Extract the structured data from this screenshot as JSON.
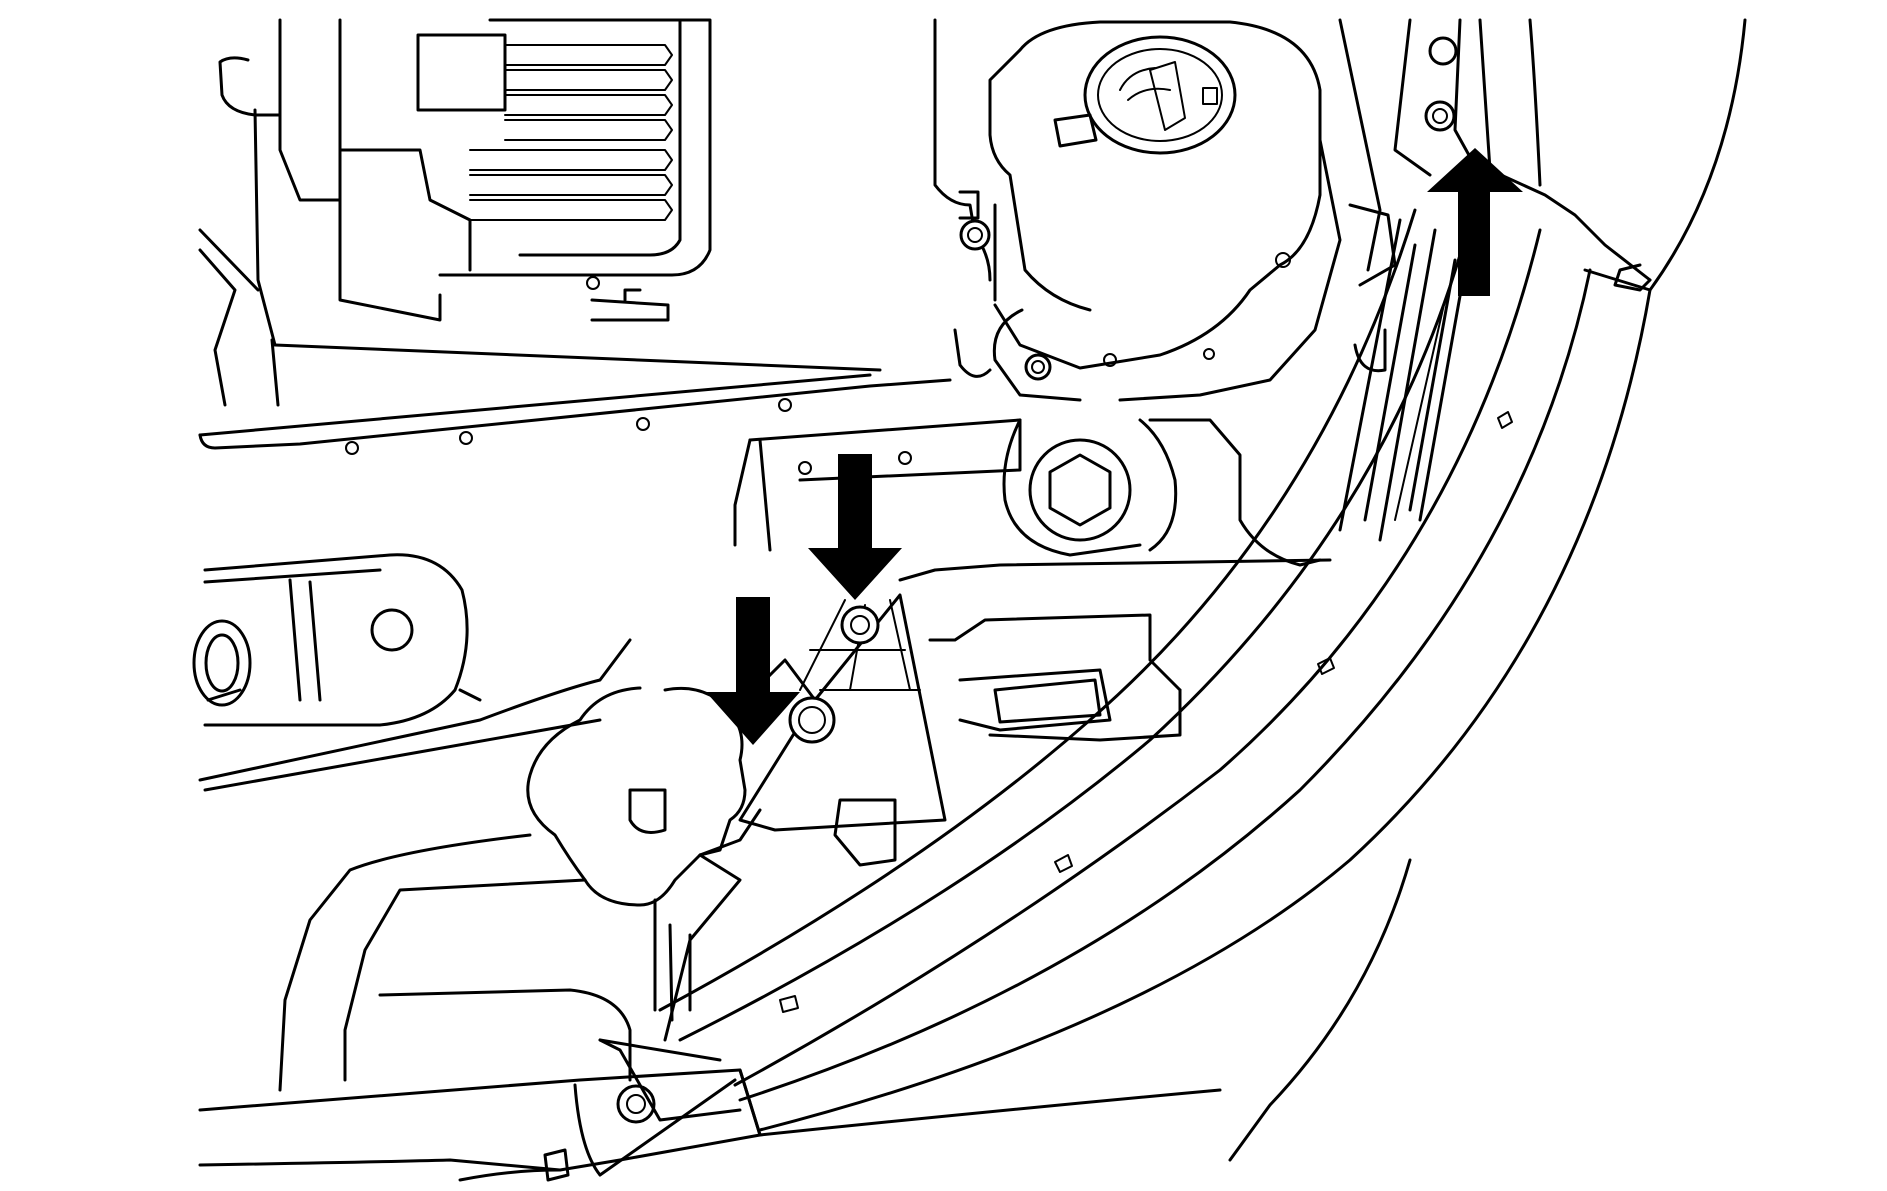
{
  "figure": {
    "description_labels": [],
    "callout_arrows": [
      {
        "name": "arrow-upper-right",
        "direction": "up"
      },
      {
        "name": "arrow-center",
        "direction": "down"
      },
      {
        "name": "arrow-left",
        "direction": "down"
      }
    ],
    "colors": {
      "line": "#000000",
      "background": "#ffffff",
      "arrow": "#000000"
    }
  }
}
